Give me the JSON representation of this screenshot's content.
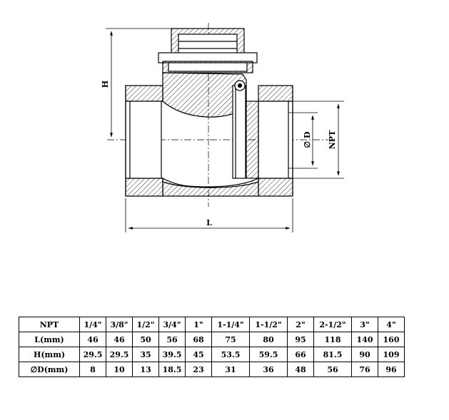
{
  "drawing": {
    "dimension_labels": {
      "height": "H",
      "length": "L",
      "diameter": "∅ D",
      "thread": "NPT"
    }
  },
  "spec_table": {
    "columns": [
      "1/4\"",
      "3/8\"",
      "1/2\"",
      "3/4\"",
      "1\"",
      "1-1/4\"",
      "1-1/2\"",
      "2\"",
      "2-1/2\"",
      "3\"",
      "4\""
    ],
    "rows": [
      {
        "label": "NPT",
        "values": [
          "1/4\"",
          "3/8\"",
          "1/2\"",
          "3/4\"",
          "1\"",
          "1-1/4\"",
          "1-1/2\"",
          "2\"",
          "2-1/2\"",
          "3\"",
          "4\""
        ]
      },
      {
        "label": "L(mm)",
        "values": [
          "46",
          "46",
          "50",
          "56",
          "68",
          "75",
          "80",
          "95",
          "118",
          "140",
          "160"
        ]
      },
      {
        "label": "H(mm)",
        "values": [
          "29.5",
          "29.5",
          "35",
          "39.5",
          "45",
          "53.5",
          "59.5",
          "66",
          "81.5",
          "90",
          "109"
        ]
      },
      {
        "label": "∅D(mm)",
        "values": [
          "8",
          "10",
          "13",
          "18.5",
          "23",
          "31",
          "36",
          "48",
          "56",
          "76",
          "96"
        ]
      }
    ]
  }
}
